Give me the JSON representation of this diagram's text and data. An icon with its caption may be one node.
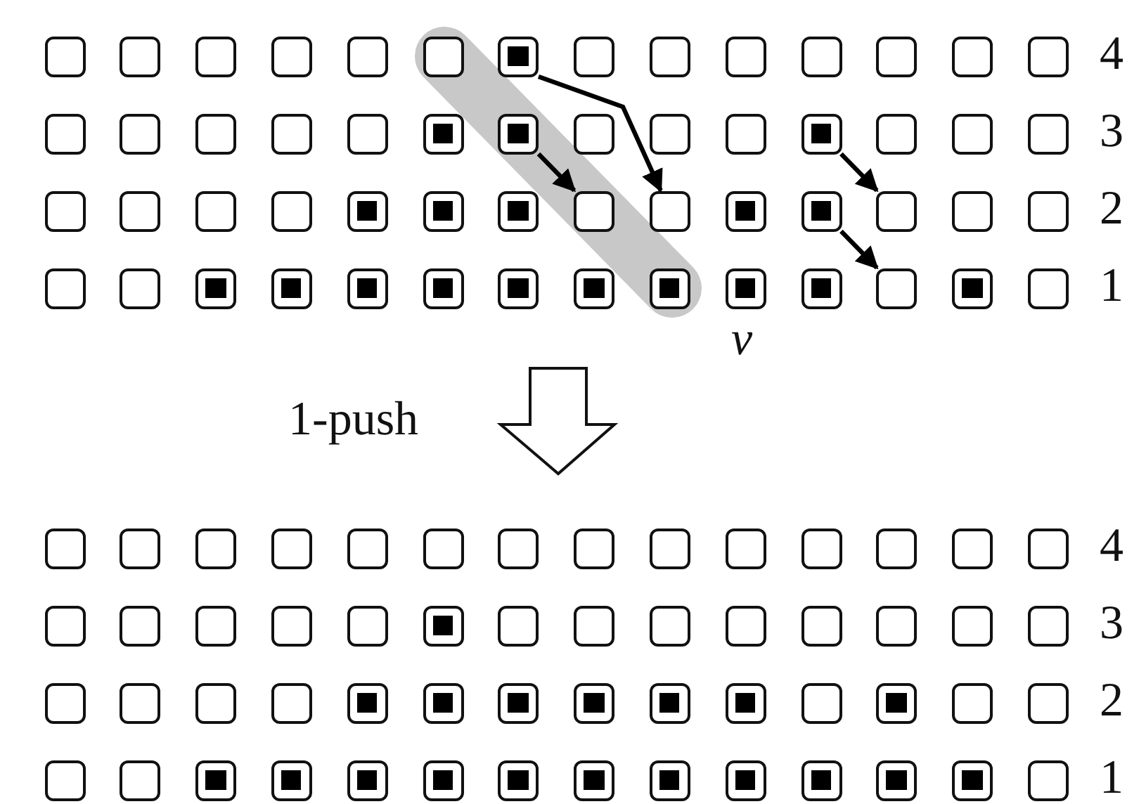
{
  "diagram": {
    "nodes": [
      {
        "text": [],
        "shape": "box"
      },
      {
        "text": [],
        "shape": "box"
      },
      {
        "text": [],
        "shape": "box"
      },
      {
        "text": [],
        "shape": "box"
      },
      {
        "text": [],
        "shape": "box"
      },
      {
        "text": [],
        "shape": "box"
      },
      {
        "text": [],
        "shape": "filled-box"
      },
      {
        "text": [],
        "shape": "box"
      },
      {
        "text": [],
        "shape": "box"
      },
      {
        "text": [],
        "shape": "box"
      },
      {
        "text": [],
        "shape": "box"
      },
      {
        "text": [],
        "shape": "box"
      },
      {
        "text": [],
        "shape": "box"
      },
      {
        "text": [],
        "shape": "box"
      },
      {
        "text": [],
        "shape": "box"
      },
      {
        "text": [],
        "shape": "box"
      },
      {
        "text": [],
        "shape": "box"
      },
      {
        "text": [],
        "shape": "box"
      },
      {
        "text": [],
        "shape": "box"
      },
      {
        "text": [],
        "shape": "filled-box"
      },
      {
        "text": [],
        "shape": "filled-box"
      },
      {
        "text": [],
        "shape": "box"
      },
      {
        "text": [],
        "shape": "box"
      },
      {
        "text": [],
        "shape": "box"
      },
      {
        "text": [],
        "shape": "filled-box"
      },
      {
        "text": [],
        "shape": "box"
      },
      {
        "text": [],
        "shape": "box"
      },
      {
        "text": [],
        "shape": "box"
      },
      {
        "text": [],
        "shape": "box"
      },
      {
        "text": [],
        "shape": "box"
      },
      {
        "text": [],
        "shape": "box"
      },
      {
        "text": [],
        "shape": "box"
      },
      {
        "text": [],
        "shape": "filled-box"
      },
      {
        "text": [],
        "shape": "filled-box"
      },
      {
        "text": [],
        "shape": "filled-box"
      },
      {
        "text": [],
        "shape": "box"
      },
      {
        "text": [],
        "shape": "box"
      },
      {
        "text": [],
        "shape": "filled-box"
      },
      {
        "text": [],
        "shape": "filled-box"
      },
      {
        "text": [],
        "shape": "box"
      },
      {
        "text": [],
        "shape": "box"
      },
      {
        "text": [],
        "shape": "box"
      },
      {
        "text": [],
        "shape": "box"
      },
      {
        "text": [],
        "shape": "box"
      },
      {
        "text": [],
        "shape": "filled-box"
      },
      {
        "text": [],
        "shape": "filled-box"
      },
      {
        "text": [],
        "shape": "filled-box"
      },
      {
        "text": [],
        "shape": "filled-box"
      },
      {
        "text": [],
        "shape": "filled-box"
      },
      {
        "text": [],
        "shape": "filled-box"
      },
      {
        "text": [],
        "shape": "filled-box"
      },
      {
        "text": [],
        "shape": "filled-box"
      },
      {
        "text": [],
        "shape": "filled-box"
      },
      {
        "text": [],
        "shape": "box"
      },
      {
        "text": [],
        "shape": "filled-box"
      },
      {
        "text": [],
        "shape": "box"
      },
      {
        "text": [],
        "shape": "box"
      },
      {
        "text": [],
        "shape": "box"
      },
      {
        "text": [],
        "shape": "box"
      },
      {
        "text": [],
        "shape": "box"
      },
      {
        "text": [],
        "shape": "box"
      },
      {
        "text": [],
        "shape": "box"
      },
      {
        "text": [],
        "shape": "box"
      },
      {
        "text": [],
        "shape": "box"
      },
      {
        "text": [],
        "shape": "box"
      },
      {
        "text": [],
        "shape": "box"
      },
      {
        "text": [],
        "shape": "box"
      },
      {
        "text": [],
        "shape": "box"
      },
      {
        "text": [],
        "shape": "box"
      },
      {
        "text": [],
        "shape": "box"
      },
      {
        "text": [],
        "shape": "box"
      },
      {
        "text": [],
        "shape": "box"
      },
      {
        "text": [],
        "shape": "box"
      },
      {
        "text": [],
        "shape": "box"
      },
      {
        "text": [],
        "shape": "box"
      },
      {
        "text": [],
        "shape": "filled-box"
      },
      {
        "text": [],
        "shape": "box"
      },
      {
        "text": [],
        "shape": "box"
      },
      {
        "text": [],
        "shape": "box"
      },
      {
        "text": [],
        "shape": "box"
      },
      {
        "text": [],
        "shape": "box"
      },
      {
        "text": [],
        "shape": "box"
      },
      {
        "text": [],
        "shape": "box"
      },
      {
        "text": [],
        "shape": "box"
      },
      {
        "text": [],
        "shape": "box"
      },
      {
        "text": [],
        "shape": "box"
      },
      {
        "text": [],
        "shape": "box"
      },
      {
        "text": [],
        "shape": "box"
      },
      {
        "text": [],
        "shape": "filled-box"
      },
      {
        "text": [],
        "shape": "filled-box"
      },
      {
        "text": [],
        "shape": "filled-box"
      },
      {
        "text": [],
        "shape": "filled-box"
      },
      {
        "text": [],
        "shape": "filled-box"
      },
      {
        "text": [],
        "shape": "filled-box"
      },
      {
        "text": [],
        "shape": "box"
      },
      {
        "text": [],
        "shape": "filled-box"
      },
      {
        "text": [],
        "shape": "box"
      },
      {
        "text": [],
        "shape": "box"
      },
      {
        "text": [],
        "shape": "box"
      },
      {
        "text": [],
        "shape": "box"
      },
      {
        "text": [],
        "shape": "filled-box"
      },
      {
        "text": [],
        "shape": "filled-box"
      },
      {
        "text": [],
        "shape": "filled-box"
      },
      {
        "text": [],
        "shape": "filled-box"
      },
      {
        "text": [],
        "shape": "filled-box"
      },
      {
        "text": [],
        "shape": "filled-box"
      },
      {
        "text": [],
        "shape": "filled-box"
      },
      {
        "text": [],
        "shape": "filled-box"
      },
      {
        "text": [],
        "shape": "filled-box"
      },
      {
        "text": [],
        "shape": "filled-box"
      },
      {
        "text": [],
        "shape": "filled-box"
      },
      {
        "text": [],
        "shape": "box"
      }
    ],
    "edges": [
      {
        "from": 6,
        "to": 36,
        "arrow": "to"
      },
      {
        "from": 20,
        "to": 35,
        "arrow": "to"
      },
      {
        "from": 24,
        "to": 39,
        "arrow": "to"
      },
      {
        "from": 38,
        "to": 53,
        "arrow": "to"
      }
    ],
    "labels": [
      "4",
      "3",
      "2",
      "1",
      "v",
      "1-push",
      "4",
      "3",
      "2",
      "1"
    ]
  }
}
